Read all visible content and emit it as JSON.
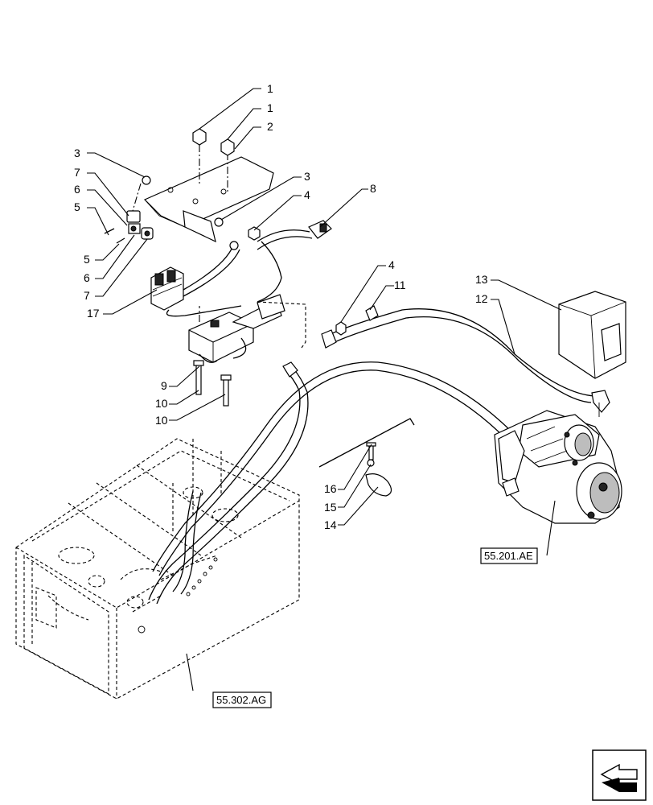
{
  "callouts": {
    "c1a": "1",
    "c1b": "1",
    "c2": "2",
    "c3a": "3",
    "c3b": "3",
    "c4a": "4",
    "c4b": "4",
    "c5a": "5",
    "c5b": "5",
    "c6a": "6",
    "c6b": "6",
    "c7a": "7",
    "c7b": "7",
    "c8": "8",
    "c9": "9",
    "c10a": "10",
    "c10b": "10",
    "c11": "11",
    "c12": "12",
    "c13": "13",
    "c14": "14",
    "c15": "15",
    "c16": "16",
    "c17": "17"
  },
  "references": {
    "starter": "55.201.AE",
    "battery": "55.302.AG"
  },
  "icons": {
    "corner": "next-page-arrow-icon"
  }
}
